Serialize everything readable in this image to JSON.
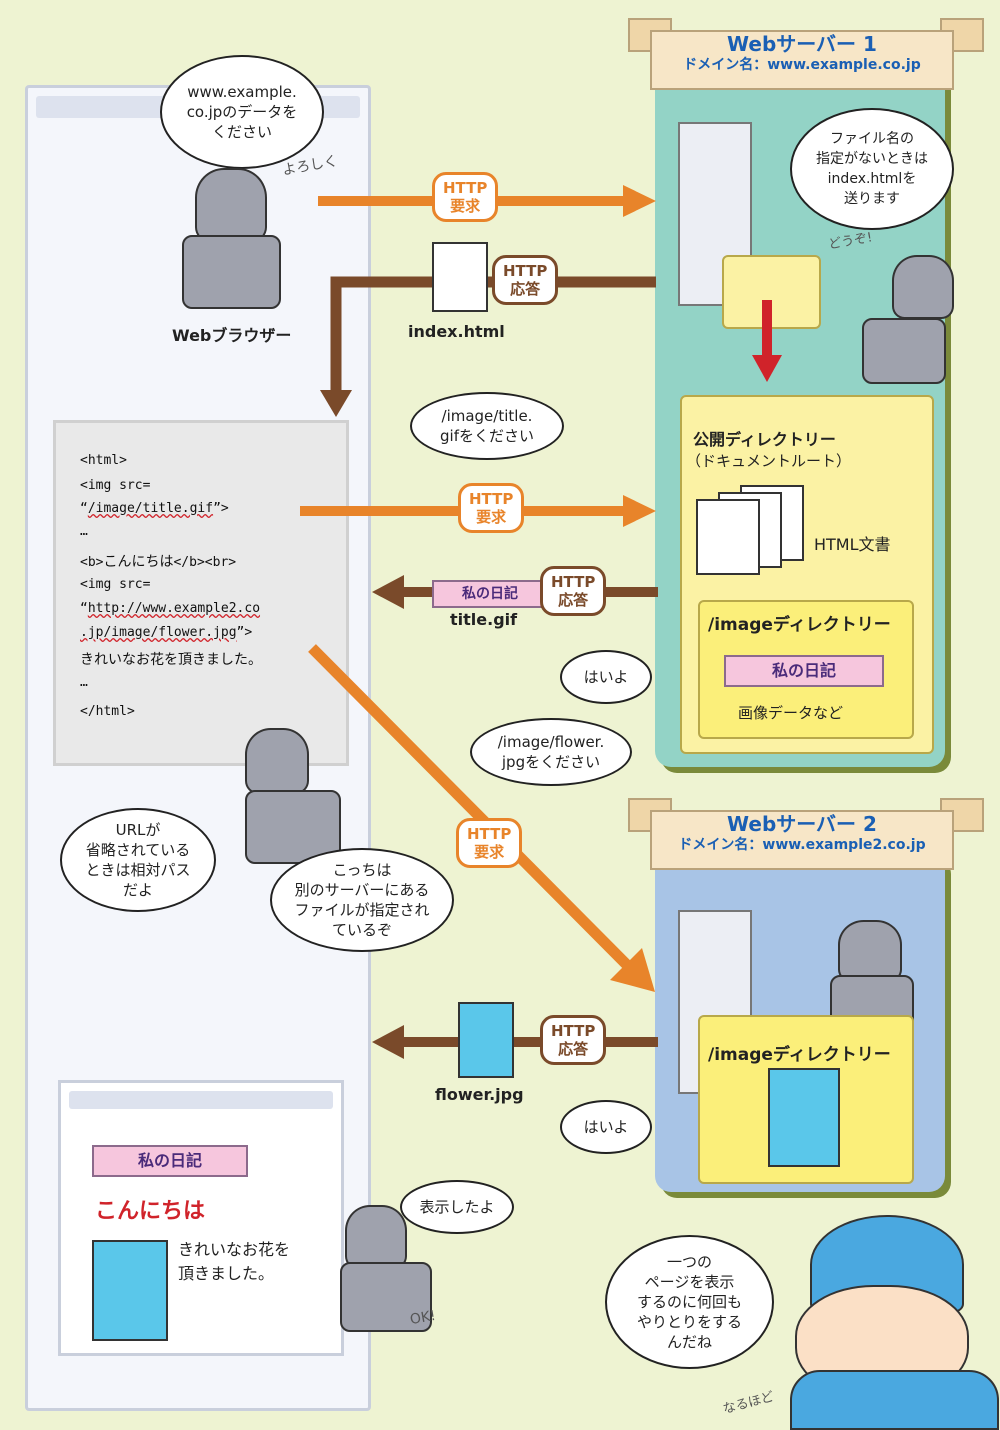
{
  "server1": {
    "title": "Webサーバー 1",
    "domain": "ドメイン名：www.example.co.jp"
  },
  "server2": {
    "title": "Webサーバー 2",
    "domain": "ドメイン名：www.example2.co.jp"
  },
  "browser_label": "Webブラウザー",
  "index_label": "index.html",
  "titlegif_label": "title.gif",
  "flowerjpg_label": "flower.jpg",
  "http_request": "HTTP\n要求",
  "http_response": "HTTP\n応答",
  "bubbles": {
    "request_data": "www.example.\nco.jpのデータを\nください",
    "yoroshiku": "よろしく",
    "server1_note": "ファイル名の\n指定がないときは\nindex.htmlを\n送ります",
    "douzo": "どうぞ!",
    "title_request": "/image/title.\ngifをください",
    "haiyo1": "はいよ",
    "flower_request": "/image/flower.\njpgをください",
    "relative": "URLが\n省略されている\nときは相対パス\nだよ",
    "other_server": "こっちは\n別のサーバーにある\nファイルが指定され\nているぞ",
    "haiyo2": "はいよ",
    "displayed": "表示したよ",
    "ok": "OK!",
    "many_exchanges": "一つの\nページを表示\nするのに何回も\nやりとりをする\nんだね",
    "naruhodo": "なるほど"
  },
  "public_dir": {
    "title": "公開ディレクトリー",
    "subtitle": "（ドキュメントルート）",
    "html_docs": "HTML文書"
  },
  "image_dir1": {
    "title": "/imageディレクトリー",
    "caption": "画像データなど"
  },
  "image_dir2": {
    "title": "/imageディレクトリー"
  },
  "diary_title": "私の日記",
  "code": {
    "l1": "<html>",
    "l2": "<img src=",
    "l3a": "“",
    "l3b": "/image/title.gif",
    "l3c": "”>",
    "l4": "…",
    "l5a": "<b>",
    "l5b": "こんにちは",
    "l5c": "</b><br>",
    "l6": "<img src=",
    "l7a": "“",
    "l7b": "http://www.example2.co",
    "l8b": ".jp/image/flower.jpg",
    "l8c": "”>",
    "l9": "きれいなお花を頂きました。",
    "l10": "…",
    "l11": "</html>"
  },
  "rendered": {
    "hello": "こんにちは",
    "text": "きれいなお花を\n頂きました。"
  },
  "colors": {
    "request": "#e8842a",
    "response": "#7a4a2a",
    "server1": "#93d3c6",
    "server2": "#a8c4e6"
  }
}
